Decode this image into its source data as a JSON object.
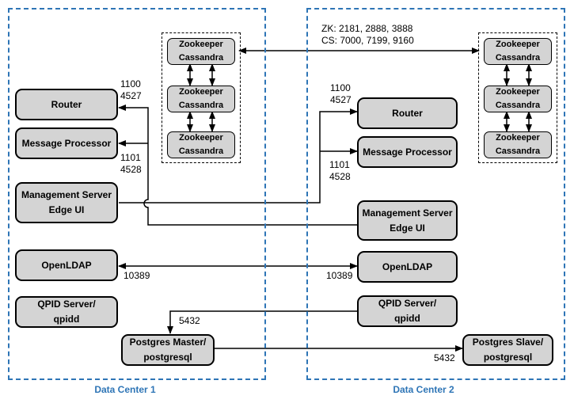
{
  "data_centers": [
    {
      "label": "Data Center 1"
    },
    {
      "label": "Data Center 2"
    }
  ],
  "nodes": {
    "dc1": {
      "zk1": [
        "Zookeeper",
        "Cassandra"
      ],
      "zk2": [
        "Zookeeper",
        "Cassandra"
      ],
      "zk3": [
        "Zookeeper",
        "Cassandra"
      ],
      "router": "Router",
      "message_processor": "Message Processor",
      "management_server": [
        "Management Server",
        "Edge UI"
      ],
      "openldap": "OpenLDAP",
      "qpid": [
        "QPID Server/",
        "qpidd"
      ],
      "postgres": [
        "Postgres Master/",
        "postgresql"
      ]
    },
    "dc2": {
      "zk1": [
        "Zookeeper",
        "Cassandra"
      ],
      "zk2": [
        "Zookeeper",
        "Cassandra"
      ],
      "zk3": [
        "Zookeeper",
        "Cassandra"
      ],
      "router": "Router",
      "message_processor": "Message Processor",
      "management_server": [
        "Management Server",
        "Edge UI"
      ],
      "openldap": "OpenLDAP",
      "qpid": [
        "QPID Server/",
        "qpidd"
      ],
      "postgres": [
        "Postgres Slave/",
        "postgresql"
      ]
    }
  },
  "ports": {
    "zk_cs": [
      "ZK: 2181, 2888, 3888",
      "CS: 7000, 7199, 9160"
    ],
    "dc1_router": [
      "1100",
      "4527"
    ],
    "dc1_mp": [
      "1101",
      "4528"
    ],
    "dc2_router": [
      "1100",
      "4527"
    ],
    "dc2_mp": [
      "1101",
      "4528"
    ],
    "ldap_left": "10389",
    "ldap_right": "10389",
    "pg_master": "5432",
    "pg_slave": "5432"
  }
}
